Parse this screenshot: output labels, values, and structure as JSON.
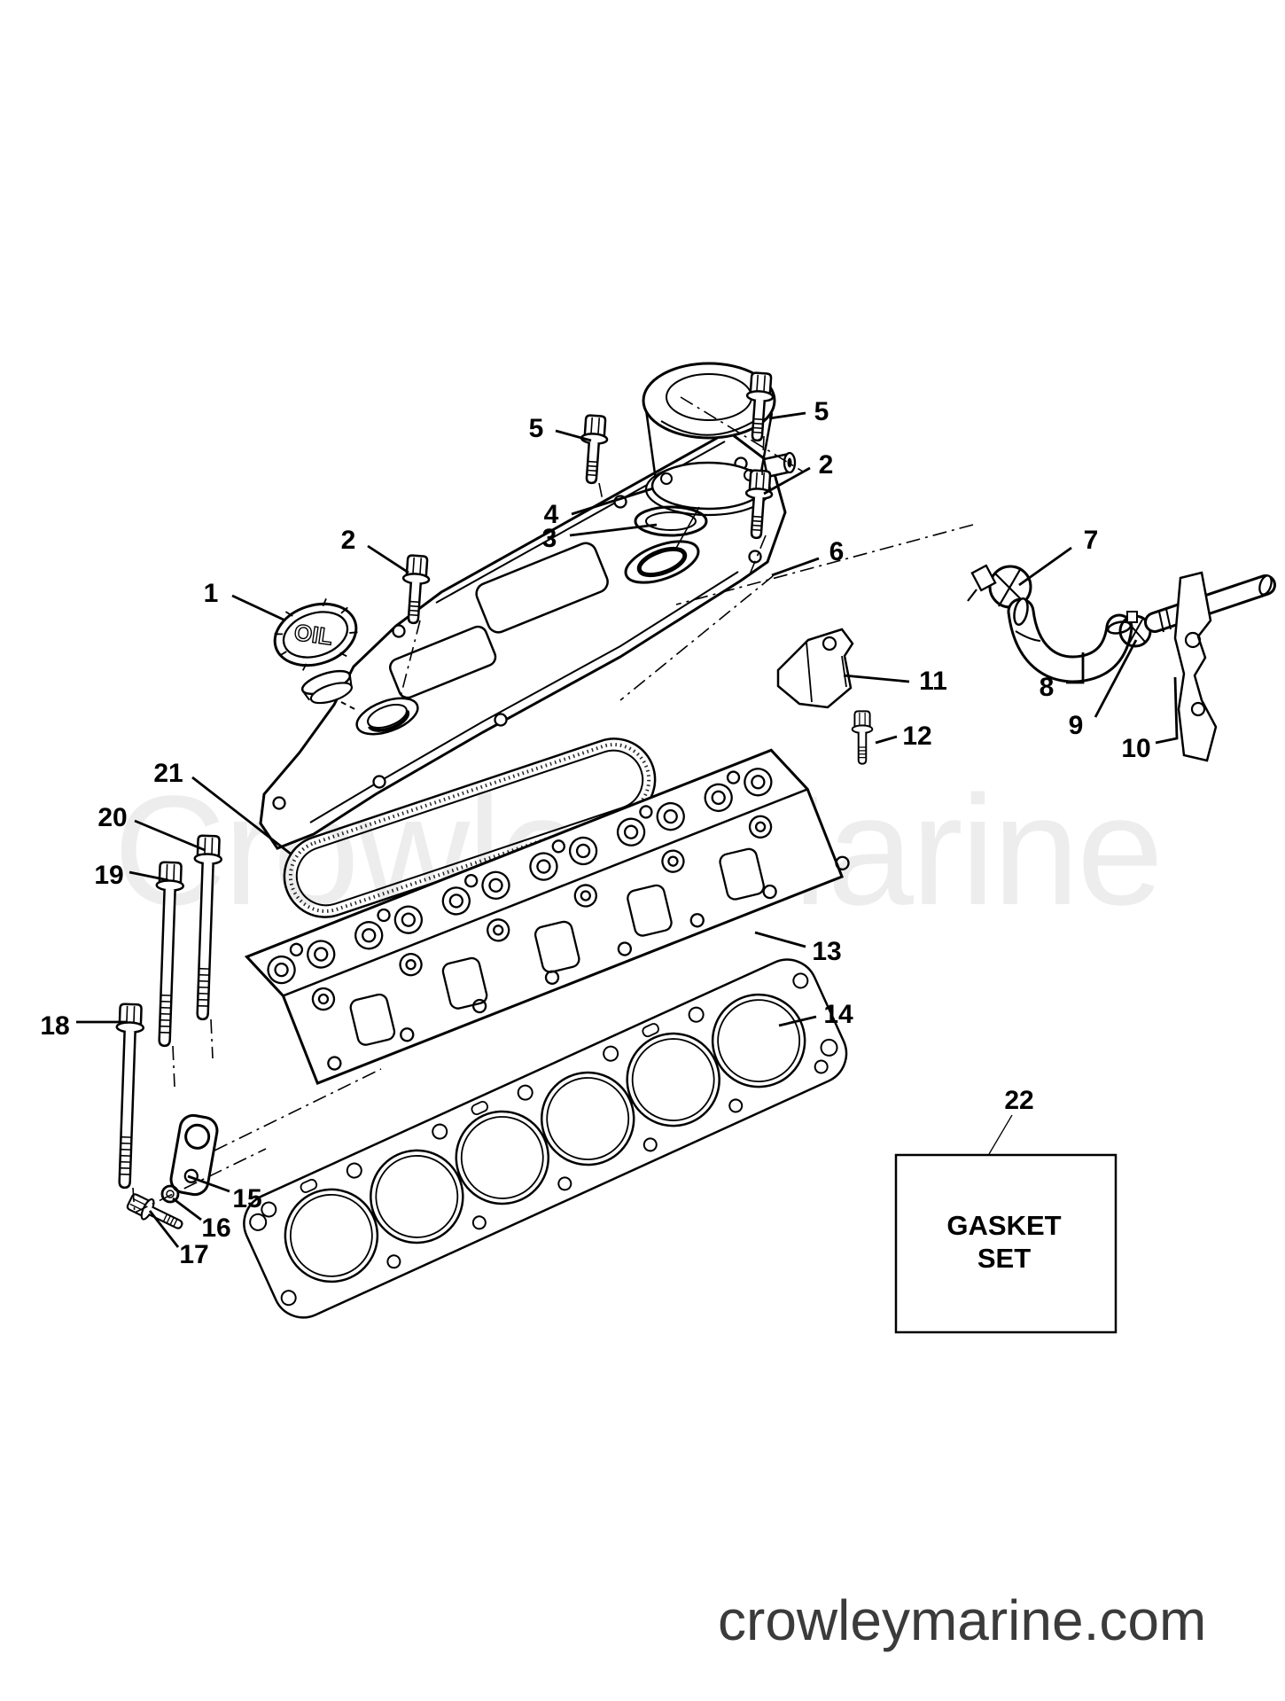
{
  "page": {
    "watermark": "Crowley Marine",
    "watermark_color": "#ededed",
    "footer": "crowleymarine.com",
    "footer_color": "#3b3b3b",
    "background": "#ffffff",
    "line_color": "#000000"
  },
  "diagram": {
    "oil_cap_label": "OIL",
    "gasket_box": {
      "number": "22",
      "line1": "GASKET",
      "line2": "SET"
    },
    "callouts": [
      {
        "n": "1"
      },
      {
        "n": "2"
      },
      {
        "n": "2"
      },
      {
        "n": "3"
      },
      {
        "n": "4"
      },
      {
        "n": "5"
      },
      {
        "n": "5"
      },
      {
        "n": "6"
      },
      {
        "n": "7"
      },
      {
        "n": "8"
      },
      {
        "n": "9"
      },
      {
        "n": "10"
      },
      {
        "n": "11"
      },
      {
        "n": "12"
      },
      {
        "n": "13"
      },
      {
        "n": "14"
      },
      {
        "n": "15"
      },
      {
        "n": "16"
      },
      {
        "n": "17"
      },
      {
        "n": "18"
      },
      {
        "n": "19"
      },
      {
        "n": "20"
      },
      {
        "n": "21"
      },
      {
        "n": "22"
      }
    ]
  }
}
